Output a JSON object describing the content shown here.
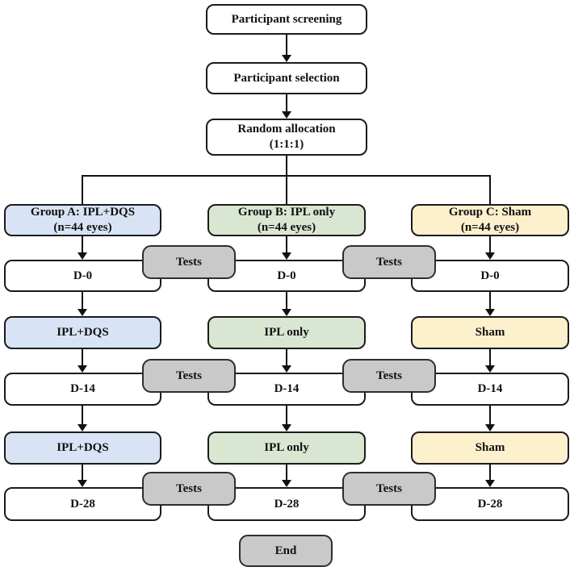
{
  "diagram": {
    "screening": "Participant screening",
    "selection": "Participant selection",
    "allocation": {
      "line1": "Random allocation",
      "line2": "(1:1:1)"
    },
    "groups": [
      {
        "name": "Group A: IPL+DQS",
        "size": "(n=44 eyes)",
        "treatment": "IPL+DQS",
        "fill": "#d8e4f5"
      },
      {
        "name": "Group B: IPL only",
        "size": "(n=44 eyes)",
        "treatment": "IPL only",
        "fill": "#d9e7d2"
      },
      {
        "name": "Group C: Sham",
        "size": "(n=44 eyes)",
        "treatment": "Sham",
        "fill": "#fdf0cc"
      }
    ],
    "visits": [
      "D-0",
      "D-14",
      "D-28"
    ],
    "tests_label": "Tests",
    "end_label": "End",
    "colors": {
      "tests_fill": "#c9c9c9",
      "white_fill": "#ffffff",
      "border": "#1b1b1b",
      "line": "#111111"
    }
  }
}
